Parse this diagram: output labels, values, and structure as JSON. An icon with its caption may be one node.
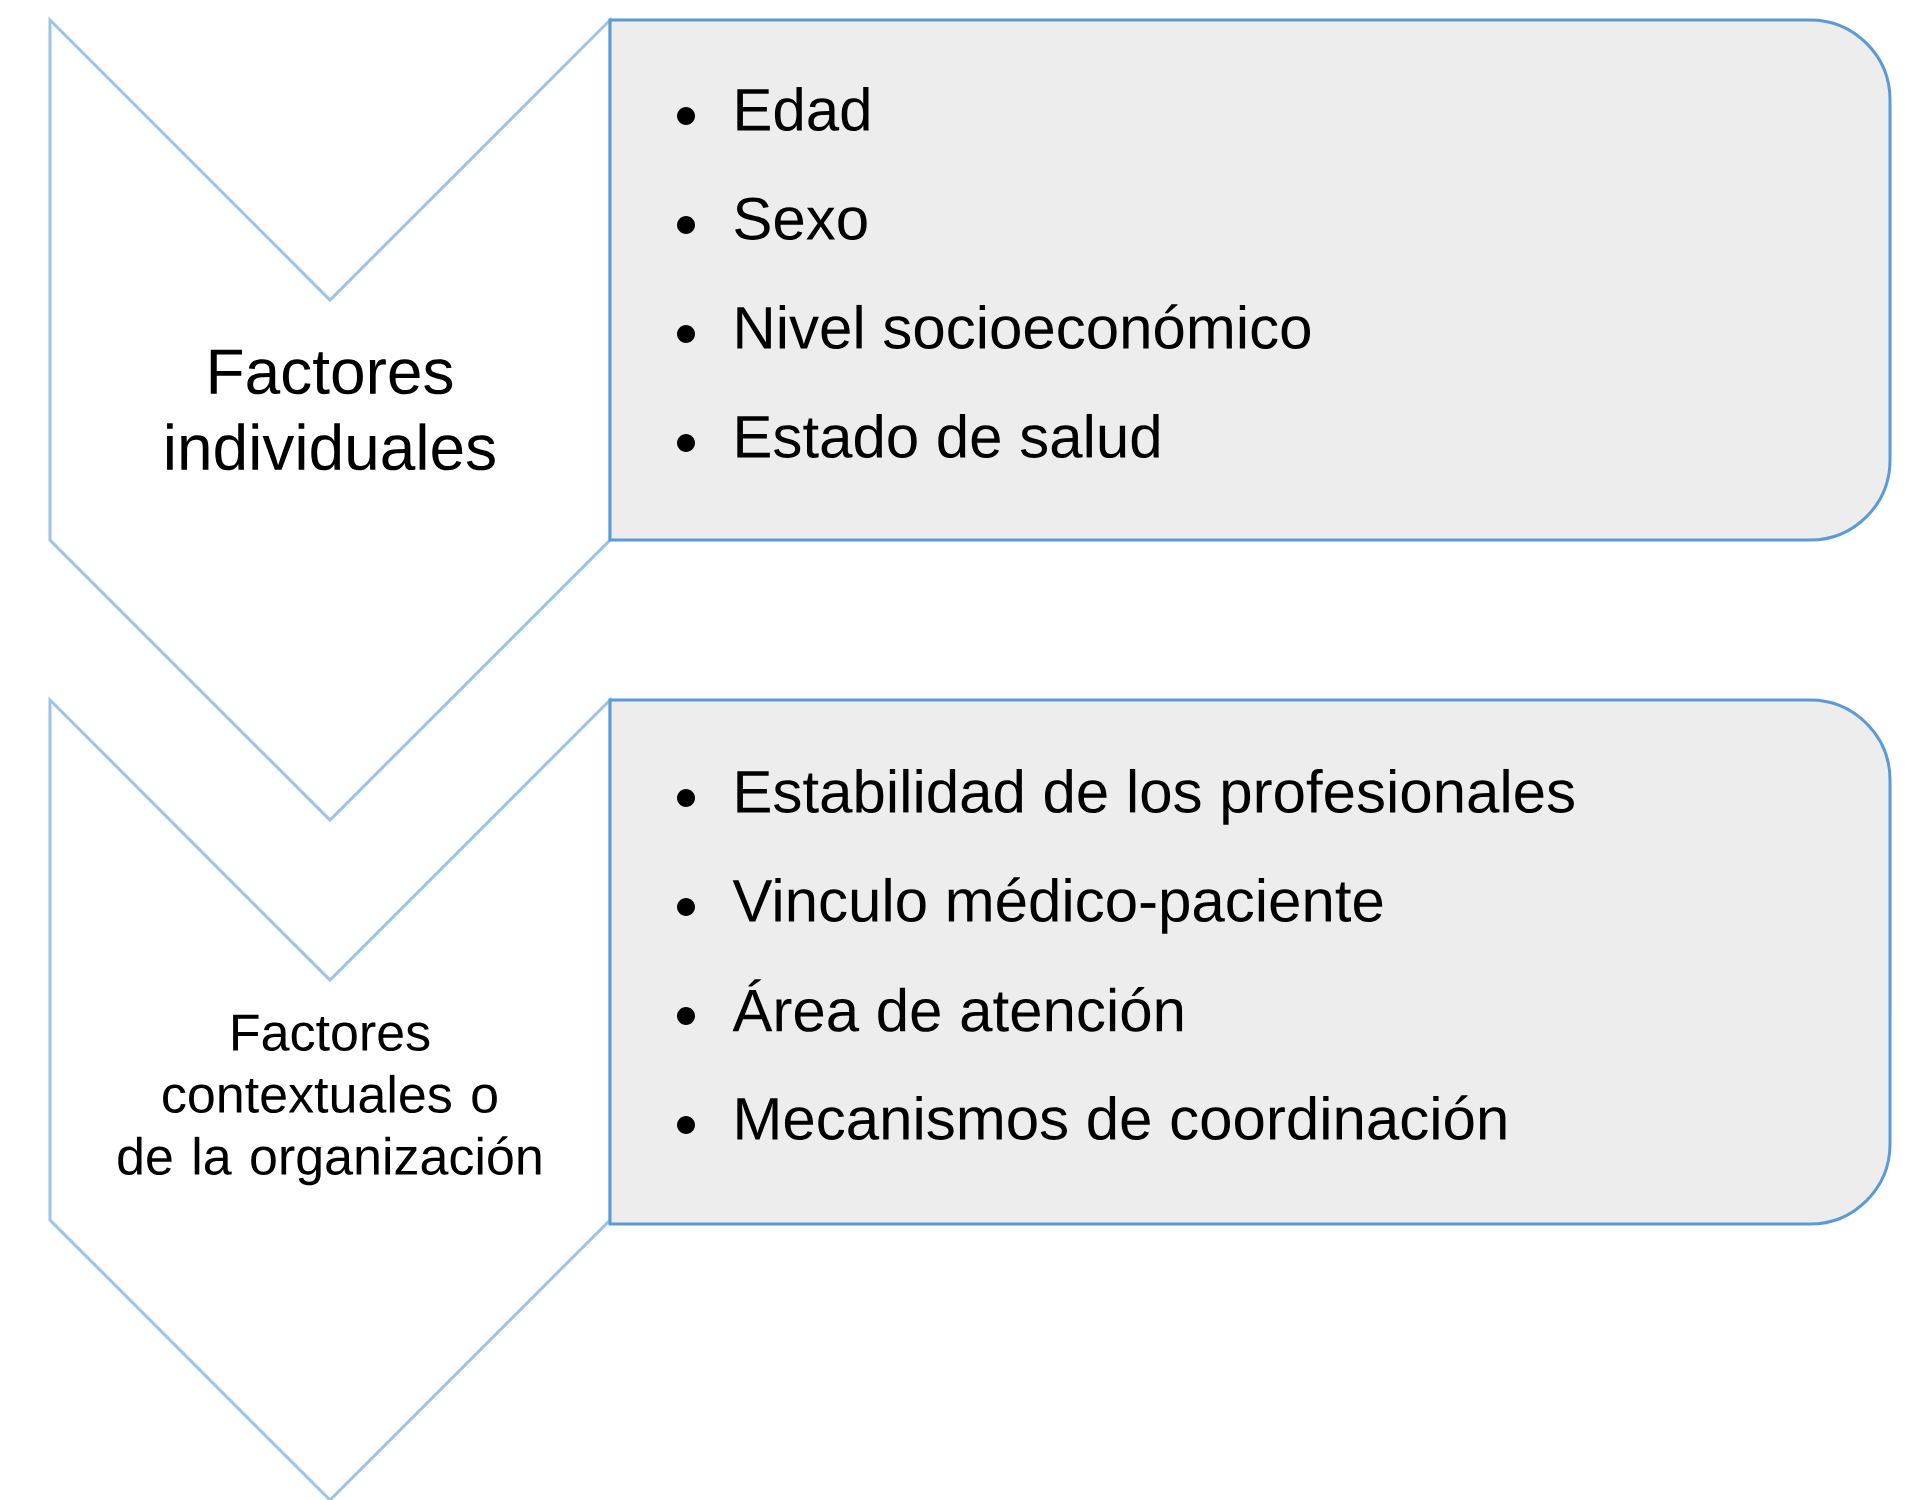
{
  "diagram": {
    "nodes": [
      {
        "text": [
          "Factores individuales"
        ]
      },
      {
        "text": [
          "Edad",
          "Sexo",
          "Nivel socioeconómico",
          "Estado de salud"
        ]
      },
      {
        "text": [
          "Factores contextuales o de la organización"
        ]
      },
      {
        "text": [
          "Estabilidad de los profesionales",
          "Vinculo médico-paciente",
          "Área de atención",
          "Mecanismos de coordinación"
        ]
      }
    ]
  }
}
